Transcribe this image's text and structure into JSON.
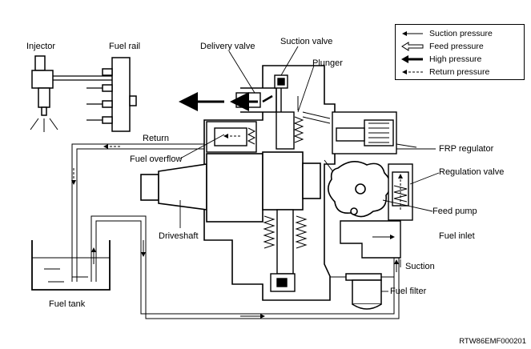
{
  "labels": {
    "injector": "Injector",
    "fuel_rail": "Fuel rail",
    "delivery_valve": "Delivery valve",
    "suction_valve": "Suction valve",
    "plunger": "Plunger",
    "return": "Return",
    "fuel_overflow": "Fuel overflow",
    "frp_regulator": "FRP regulator",
    "regulation_valve": "Regulation valve",
    "feed_pump": "Feed pump",
    "fuel_inlet": "Fuel inlet",
    "driveshaft": "Driveshaft",
    "suction": "Suction",
    "fuel_filter": "Fuel filter",
    "fuel_tank": "Fuel tank"
  },
  "legend": [
    {
      "label": "Suction pressure",
      "symbol": "thin-arrow-icon"
    },
    {
      "label": "Feed pressure",
      "symbol": "hollow-arrow-icon"
    },
    {
      "label": "High pressure",
      "symbol": "bold-arrow-icon"
    },
    {
      "label": "Return pressure",
      "symbol": "dashed-arrow-icon"
    }
  ],
  "figure_code": "RTW86EMF000201"
}
